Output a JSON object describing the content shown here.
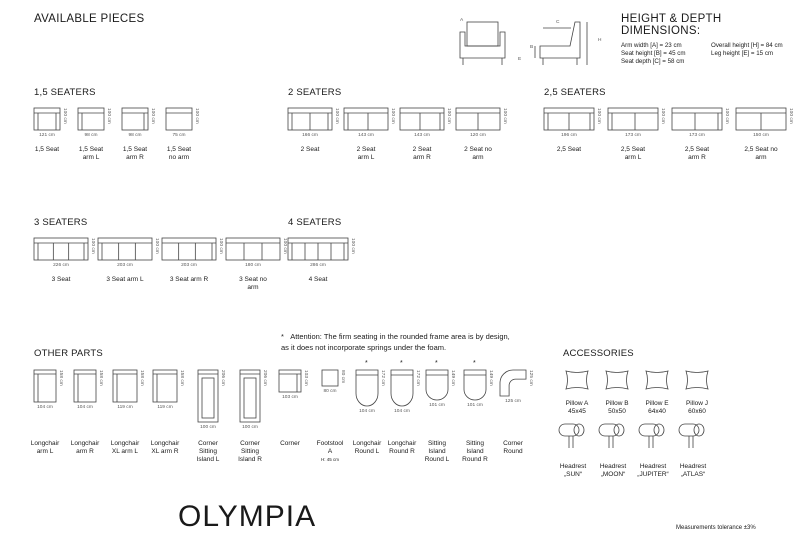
{
  "headings": {
    "available": "AVAILABLE PIECES",
    "height_depth": "HEIGHT & DEPTH DIMENSIONS:",
    "s15": "1,5 SEATERS",
    "s2": "2 SEATERS",
    "s25": "2,5 SEATERS",
    "s3": "3 SEATERS",
    "s4": "4 SEATERS",
    "other": "OTHER PARTS",
    "accessories": "ACCESSORIES"
  },
  "dim_letters": {
    "a": "A",
    "b": "B",
    "c": "C",
    "e": "E",
    "h": "H"
  },
  "specs": {
    "arm": "Arm width [A] = 23 cm",
    "seat_h": "Seat height [B] = 45 cm",
    "seat_d": "Seat depth [C] = 58 cm",
    "overall": "Overall height [H] = 84 cm",
    "leg": "Leg height [E] = 15 cm"
  },
  "note_star": "*",
  "note_line1": "Attention: The firm seating in the rounded frame area is by design,",
  "note_line2": "as it does not incorporate springs under the foam.",
  "seaters_15": [
    {
      "w": "121 cm",
      "d": "100 cm",
      "l1": "1,5 Seat",
      "l2": ""
    },
    {
      "w": "98 cm",
      "d": "100 cm",
      "l1": "1,5 Seat",
      "l2": "arm L"
    },
    {
      "w": "98 cm",
      "d": "100 cm",
      "l1": "1,5 Seat",
      "l2": "arm R"
    },
    {
      "w": "75 cm",
      "d": "100 cm",
      "l1": "1,5 Seat",
      "l2": "no arm"
    }
  ],
  "seaters_2": [
    {
      "w": "166 cm",
      "d": "100 cm",
      "l1": "2 Seat",
      "l2": ""
    },
    {
      "w": "143 cm",
      "d": "100 cm",
      "l1": "2 Seat",
      "l2": "arm L"
    },
    {
      "w": "143 cm",
      "d": "100 cm",
      "l1": "2 Seat",
      "l2": "arm R"
    },
    {
      "w": "120 cm",
      "d": "100 cm",
      "l1": "2 Seat no",
      "l2": "arm"
    }
  ],
  "seaters_25": [
    {
      "w": "196 cm",
      "d": "100 cm",
      "l1": "2,5 Seat",
      "l2": ""
    },
    {
      "w": "173 cm",
      "d": "100 cm",
      "l1": "2,5 Seat",
      "l2": "arm L"
    },
    {
      "w": "173 cm",
      "d": "100 cm",
      "l1": "2,5 Seat",
      "l2": "arm R"
    },
    {
      "w": "150 cm",
      "d": "100 cm",
      "l1": "2,5 Seat no",
      "l2": "arm"
    }
  ],
  "seaters_3": [
    {
      "w": "226 cm",
      "d": "100 cm",
      "l1": "3 Seat",
      "l2": ""
    },
    {
      "w": "203 cm",
      "d": "100 cm",
      "l1": "3 Seat arm L",
      "l2": ""
    },
    {
      "w": "203 cm",
      "d": "100 cm",
      "l1": "3 Seat arm R",
      "l2": ""
    },
    {
      "w": "180 cm",
      "d": "100 cm",
      "l1": "3 Seat no",
      "l2": "arm"
    }
  ],
  "seaters_4": [
    {
      "w": "286 cm",
      "d": "100 cm",
      "l1": "4 Seat",
      "l2": ""
    }
  ],
  "other_parts": [
    {
      "w": "104 cm",
      "d": "158 cm",
      "l1": "Longchair",
      "l2": "arm L",
      "l3": ""
    },
    {
      "w": "104 cm",
      "d": "158 cm",
      "l1": "Longchair",
      "l2": "arm R",
      "l3": ""
    },
    {
      "w": "119 cm",
      "d": "158 cm",
      "l1": "Longchair",
      "l2": "XL arm L",
      "l3": ""
    },
    {
      "w": "119 cm",
      "d": "158 cm",
      "l1": "Longchair",
      "l2": "XL arm R",
      "l3": ""
    },
    {
      "w": "100 cm",
      "d": "206 cm",
      "l1": "Corner",
      "l2": "Sitting",
      "l3": "Island L"
    },
    {
      "w": "100 cm",
      "d": "206 cm",
      "l1": "Corner",
      "l2": "Sitting",
      "l3": "Island R"
    },
    {
      "w": "103 cm",
      "d": "103 cm",
      "l1": "Corner",
      "l2": "",
      "l3": ""
    },
    {
      "w": "80 cm",
      "d": "80 cm",
      "l1": "Footstool",
      "l2": "A",
      "l3": "H: 45 cm"
    },
    {
      "w": "104 cm",
      "d": "172 cm",
      "l1": "Longchair",
      "l2": "Round L",
      "l3": ""
    },
    {
      "w": "104 cm",
      "d": "172 cm",
      "l1": "Longchair",
      "l2": "Round R",
      "l3": ""
    },
    {
      "w": "101 cm",
      "d": "149 cm",
      "l1": "Sitting",
      "l2": "Island",
      "l3": "Round L"
    },
    {
      "w": "101 cm",
      "d": "149 cm",
      "l1": "Sitting",
      "l2": "Island",
      "l3": "Round R"
    },
    {
      "w": "125 cm",
      "d": "125 cm",
      "l1": "Corner",
      "l2": "Round",
      "l3": ""
    }
  ],
  "pillows": [
    {
      "l1": "Pillow A",
      "l2": "45x45"
    },
    {
      "l1": "Pillow B",
      "l2": "50x50"
    },
    {
      "l1": "Pillow E",
      "l2": "64x40"
    },
    {
      "l1": "Pillow J",
      "l2": "60x60"
    }
  ],
  "headrests": [
    {
      "l1": "Headrest",
      "l2": "„SUN“"
    },
    {
      "l1": "Headrest",
      "l2": "„MOON“"
    },
    {
      "l1": "Headrest",
      "l2": "„JUPITER“"
    },
    {
      "l1": "Headrest",
      "l2": "„ATLAS“"
    }
  ],
  "logo": "OLYMPIA",
  "tolerance": "Measurements tolerance ±3%"
}
